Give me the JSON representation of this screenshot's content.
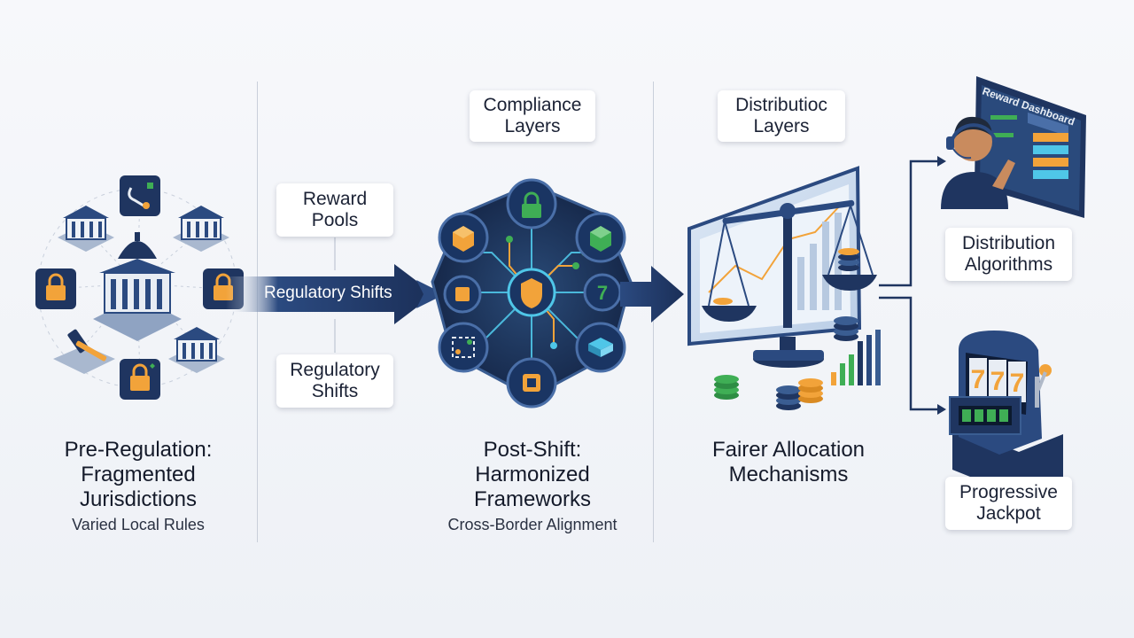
{
  "labels": {
    "compliance_layers": "Compliance\nLayers",
    "distribution_layers": "Distributioc\nLayers",
    "reward_pools": "Reward\nPools",
    "regulatory_shifts_box": "Regulatory\nShifts",
    "regulatory_shifts_arrow": "Regulatory Shifts",
    "distribution_algorithms": "Distribution\nAlgorithms",
    "progressive_jackpot": "Progressive\nJackpot",
    "reward_dashboard": "Reward Dashboard"
  },
  "sections": {
    "pre": {
      "title": "Pre-Regulation:\nFragmented\nJurisdictions",
      "subtitle": "Varied Local Rules"
    },
    "post": {
      "title": "Post-Shift:\nHarmonized\nFrameworks",
      "subtitle": "Cross-Border Alignment"
    },
    "fairer": {
      "title": "Fairer Allocation\nMechanisms"
    }
  },
  "icons": {
    "pre": [
      "government-building-icon",
      "bank-icon",
      "lock-icon",
      "gavel-icon",
      "network-link-icon"
    ],
    "post": [
      "shield-icon",
      "lock-icon",
      "cube-icon",
      "number-seven-icon",
      "chip-icon"
    ],
    "fairer": [
      "balance-scale-icon",
      "monitor-icon",
      "coin-stack-icon",
      "bar-chart-icon"
    ],
    "right": [
      "operator-headset-icon",
      "dashboard-icon",
      "slot-machine-icon"
    ]
  },
  "colors": {
    "navy": "#1f3560",
    "orange": "#f2a33a",
    "green": "#3fae55",
    "cyan": "#4fc6e8",
    "text": "#141a2a"
  },
  "slot_symbol": "7"
}
